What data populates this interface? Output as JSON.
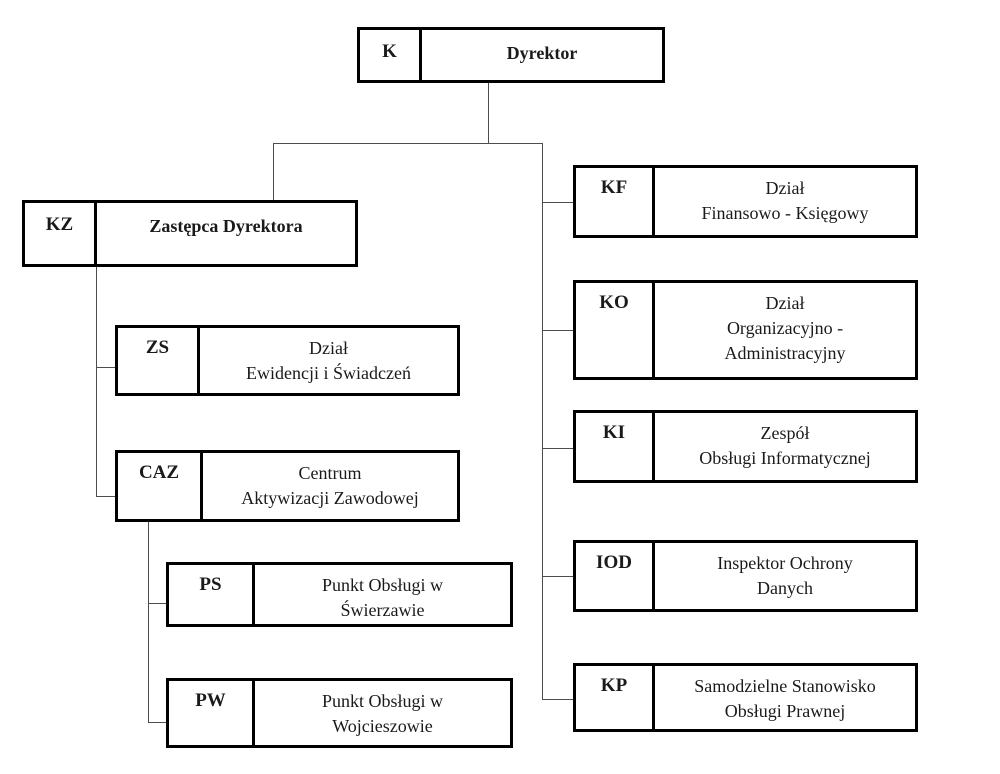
{
  "org_chart": {
    "type": "organizational-chart",
    "colors": {
      "box_border": "#000000",
      "box_background": "#ffffff",
      "text": "#1a1a1a",
      "connector": "#4d4d4d"
    },
    "nodes": [
      {
        "id": "k",
        "code": "K",
        "label": "Dyrektor",
        "reports_to": null
      },
      {
        "id": "kz",
        "code": "KZ",
        "label": "Zastępca Dyrektora",
        "reports_to": "K"
      },
      {
        "id": "zs",
        "code": "ZS",
        "label": "Dział\nEwidencji i Świadczeń",
        "reports_to": "KZ"
      },
      {
        "id": "caz",
        "code": "CAZ",
        "label": "Centrum\nAktywizacji Zawodowej",
        "reports_to": "KZ"
      },
      {
        "id": "ps",
        "code": "PS",
        "label": "Punkt Obsługi w\nŚwierzawie",
        "reports_to": "CAZ"
      },
      {
        "id": "pw",
        "code": "PW",
        "label": "Punkt Obsługi w\nWojcieszowie",
        "reports_to": "CAZ"
      },
      {
        "id": "kf",
        "code": "KF",
        "label": "Dział\nFinansowo - Księgowy",
        "reports_to": "K"
      },
      {
        "id": "ko",
        "code": "KO",
        "label": "Dział\nOrganizacyjno -\nAdministracyjny",
        "reports_to": "K"
      },
      {
        "id": "ki",
        "code": "KI",
        "label": "Zespół\nObsługi Informatycznej",
        "reports_to": "K"
      },
      {
        "id": "iod",
        "code": "IOD",
        "label": "Inspektor Ochrony\nDanych",
        "reports_to": "K"
      },
      {
        "id": "kp",
        "code": "KP",
        "label": "Samodzielne Stanowisko\nObsługi Prawnej",
        "reports_to": "K"
      }
    ]
  }
}
